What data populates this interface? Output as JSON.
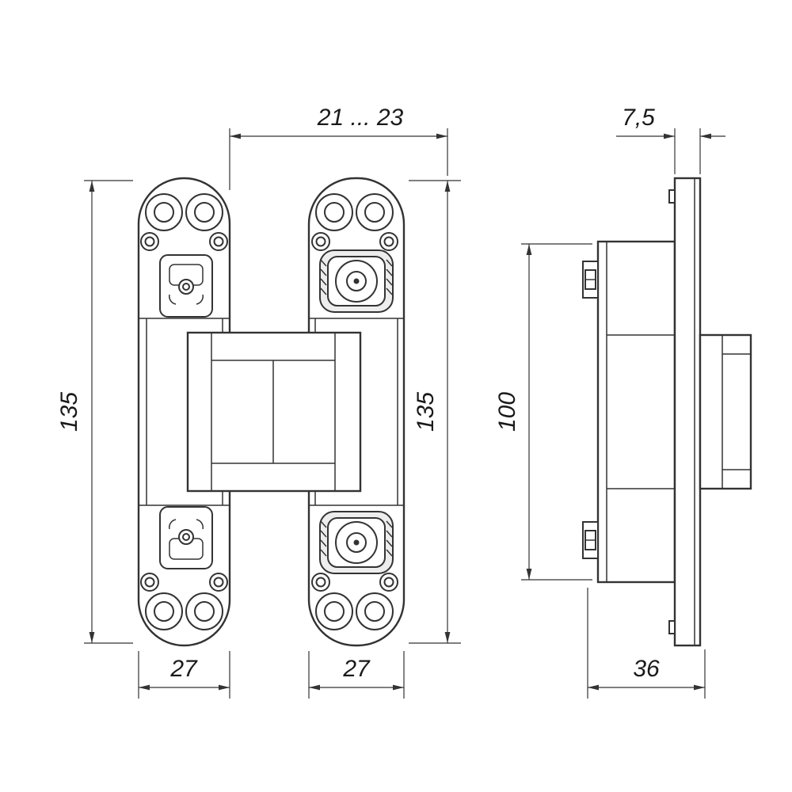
{
  "drawing": {
    "dimensions": {
      "gap": "21 ... 23",
      "plate_thickness": "7,5",
      "height_left": "135",
      "height_right": "135",
      "body_height": "100",
      "width_left": "27",
      "width_right": "27",
      "depth": "36"
    },
    "colors": {
      "line": "#333333",
      "background": "#ffffff",
      "shade": "#ededed"
    }
  }
}
